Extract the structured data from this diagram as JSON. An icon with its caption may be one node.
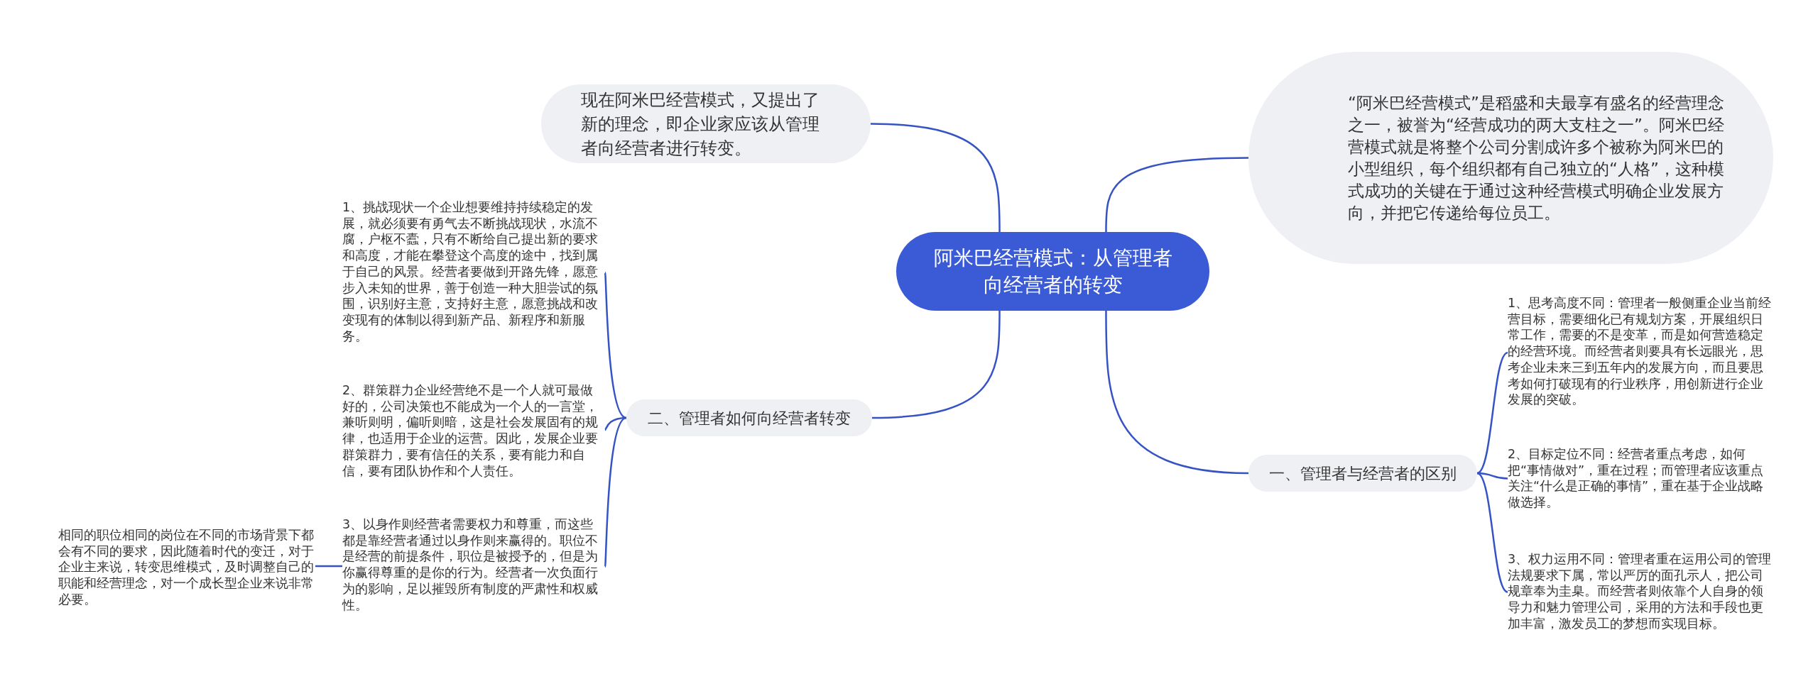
{
  "diagram": {
    "nodes": [
      {
        "text": [
          "阿米巴经营模式：从管理者向经营者的转变"
        ]
      },
      {
        "text": [
          "现在阿米巴经营模式，又提出了新的理念，即企业家应该从管理者向经营者进行转变。"
        ]
      },
      {
        "text": [
          "“阿米巴经营模式”是稻盛和夫最享有盛名的经营理念之一，被誉为“经营成功的两大支柱之一”。阿米巴经营模式就是将整个公司分割成许多个被称为阿米巴的小型组织，每个组织都有自己独立的“人格”，这种模式成功的关键在于通过这种经营模式明确企业发展方向，并把它传递给每位员工。"
        ]
      },
      {
        "text": [
          "二、管理者如何向经营者转变"
        ]
      },
      {
        "text": [
          "1、挑战现状一个企业想要维持持续稳定的发展，就必须要有勇气去不断挑战现状，水流不腐，户枢不蠹，只有不断给自己提出新的要求和高度，才能在攀登这个高度的途中，找到属于自己的风景。经营者要做到开路先锋，愿意步入未知的世界，善于创造一种大胆尝试的氛围，识别好主意，支持好主意，愿意挑战和改变现有的体制以得到新产品、新程序和新服务。"
        ]
      },
      {
        "text": [
          "2、群策群力企业经营绝不是一个人就可最做好的，公司决策也不能成为一个人的一言堂，兼听则明，偏听则暗，这是社会发展固有的规律，也适用于企业的运营。因此，发展企业要群策群力，要有信任的关系，要有能力和自信，要有团队协作和个人责任。"
        ]
      },
      {
        "text": [
          "3、以身作则经营者需要权力和尊重，而这些都是靠经营者通过以身作则来赢得的。职位不是经营的前提条件，职位是被授予的，但是为你赢得尊重的是你的行为。经营者一次负面行为的影响，足以摧毁所有制度的严肃性和权威性。"
        ]
      },
      {
        "text": [
          "相同的职位相同的岗位在不同的市场背景下都会有不同的要求，因此随着时代的变迁，对于企业主来说，转变思维模式，及时调整自己的职能和经营理念，对一个成长型企业来说非常必要。"
        ]
      },
      {
        "text": [
          "一、管理者与经营者的区别"
        ]
      },
      {
        "text": [
          "1、思考高度不同：管理者一般侧重企业当前经营目标，需要细化已有规划方案，开展组织日常工作，需要的不是变革，而是如何营造稳定的经营环境。而经营者则要具有长远眼光，思考企业未来三到五年内的发展方向，而且要思考如何打破现有的行业秩序，用创新进行企业发展的突破。"
        ]
      },
      {
        "text": [
          "2、目标定位不同：经营者重点考虑，如何把“事情做对”，重在过程；而管理者应该重点关注“什么是正确的事情”，重在基于企业战略做选择。"
        ]
      },
      {
        "text": [
          "3、权力运用不同：管理者重在运用公司的管理法规要求下属，常以严厉的面孔示人，把公司规章奉为圭臬。而经营者则依靠个人自身的领导力和魅力管理公司，采用的方法和手段也更加丰富，激发员工的梦想而实现目标。"
        ]
      }
    ],
    "edges": [
      {
        "from": 0,
        "to": 1,
        "arrow": "none"
      },
      {
        "from": 0,
        "to": 2,
        "arrow": "none"
      },
      {
        "from": 0,
        "to": 3,
        "arrow": "none"
      },
      {
        "from": 0,
        "to": 8,
        "arrow": "none"
      },
      {
        "from": 3,
        "to": 4,
        "arrow": "none"
      },
      {
        "from": 3,
        "to": 5,
        "arrow": "none"
      },
      {
        "from": 3,
        "to": 6,
        "arrow": "none"
      },
      {
        "from": 6,
        "to": 7,
        "arrow": "none"
      },
      {
        "from": 8,
        "to": 9,
        "arrow": "none"
      },
      {
        "from": 8,
        "to": 10,
        "arrow": "none"
      },
      {
        "from": 8,
        "to": 11,
        "arrow": "none"
      }
    ]
  }
}
